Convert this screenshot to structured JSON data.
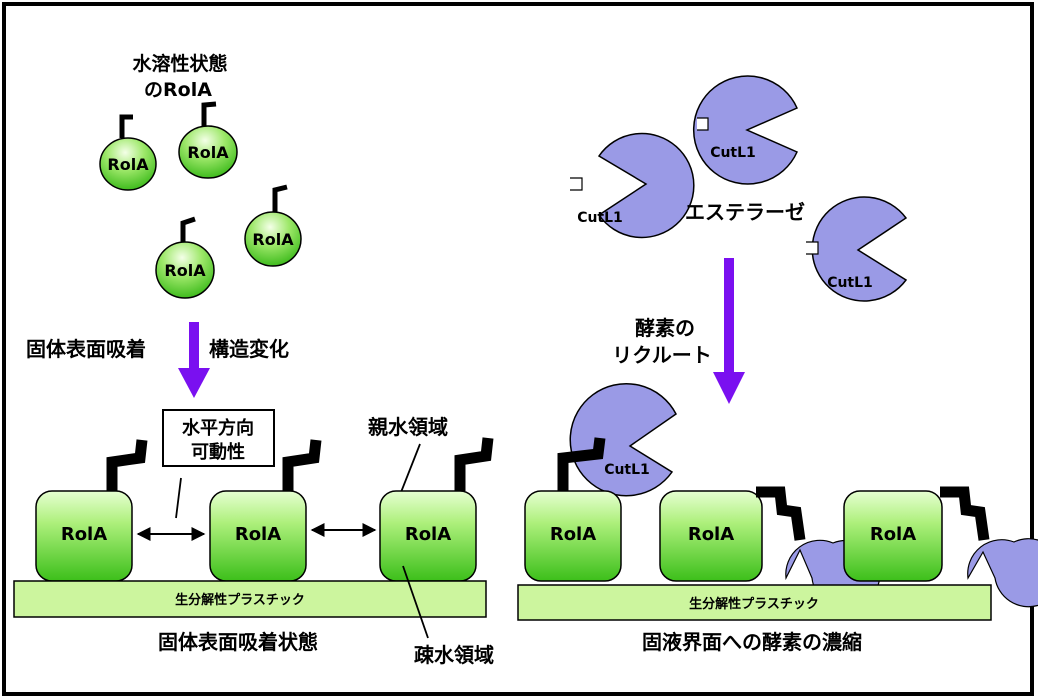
{
  "soluble_title_line1": "水溶性状態",
  "soluble_title_line2": "のRolA",
  "rola": "RolA",
  "cutl1": "CutL1",
  "esterase": "エステラーゼ",
  "adsorb_left": "固体表面吸着",
  "adsorb_right": "構造変化",
  "mobility_line1": "水平方向",
  "mobility_line2": "可動性",
  "hydrophilic": "親水領域",
  "hydrophobic": "疎水領域",
  "plastic": "生分解性プラスチック",
  "left_caption": "固体表面吸着状態",
  "recruit_line1": "酵素の",
  "recruit_line2": "リクルート",
  "right_caption": "固液界面への酵素の濃縮",
  "colors": {
    "arrow": "#7a10f0",
    "rola_fill_light": "#eaffd6",
    "rola_fill_dark": "#3cbf1a",
    "cutl1_fill": "#9a9ae6",
    "plastic_fill": "#ccf59e"
  }
}
